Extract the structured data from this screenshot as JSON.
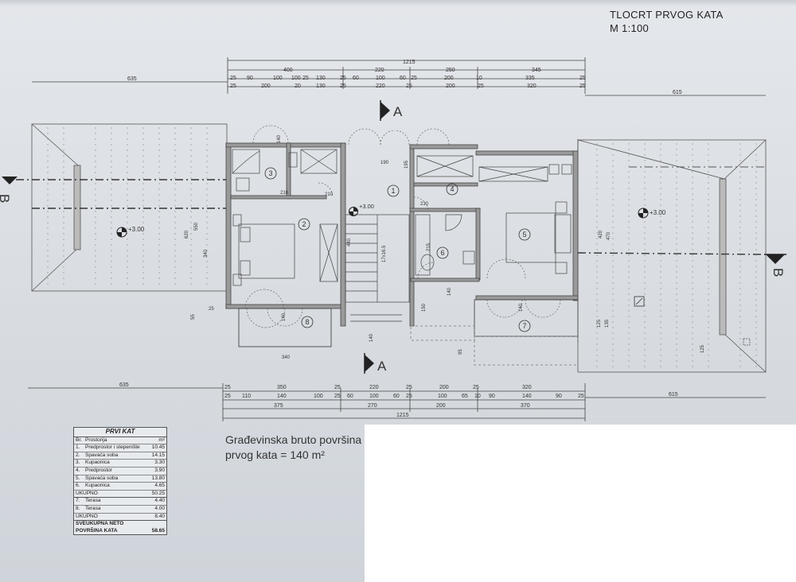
{
  "title_block": {
    "line1": "TLOCRT PRVOG KATA",
    "line2": "M 1:100"
  },
  "section_markers": {
    "a_top": "A",
    "a_bottom": "A",
    "b_left": "B",
    "b_right": "B"
  },
  "rooms": [
    "1",
    "2",
    "3",
    "4",
    "5",
    "6",
    "7",
    "8"
  ],
  "levels": {
    "left": "+3.00",
    "center": "+3.00",
    "right": "+3.00"
  },
  "dims_top": {
    "outer_left": "635",
    "outer_right": "615",
    "total": "1215",
    "row1": [
      "400",
      "220",
      "250",
      "345"
    ],
    "row2": [
      "25",
      "90",
      "100",
      "100",
      "25",
      "130",
      "25",
      "60",
      "100",
      "60",
      "25",
      "200",
      "10",
      "335",
      "25"
    ],
    "row3": [
      "25",
      "200",
      "20",
      "130",
      "25",
      "220",
      "25",
      "200",
      "25",
      "320",
      "25"
    ]
  },
  "dims_bottom": {
    "outer_left": "635",
    "outer_right": "615",
    "total": "1215",
    "row1": [
      "25",
      "350",
      "25",
      "220",
      "25",
      "200",
      "25",
      "320"
    ],
    "row2": [
      "25",
      "110",
      "140",
      "100",
      "25",
      "60",
      "100",
      "60",
      "25",
      "100",
      "65",
      "10",
      "90",
      "140",
      "90",
      "25"
    ],
    "row3": [
      "375",
      "270",
      "200",
      "370"
    ]
  },
  "interior_dims": [
    "210",
    "210",
    "210",
    "190",
    "440",
    "17x16.5",
    "215",
    "140",
    "140",
    "140",
    "140",
    "140",
    "340",
    "550",
    "620",
    "340",
    "420",
    "470",
    "195",
    "150",
    "125",
    "95",
    "125",
    "135",
    "25",
    "55"
  ],
  "legend": {
    "title": "PRVI KAT",
    "header": {
      "no": "Br.",
      "room": "Prostorija",
      "unit": "m²"
    },
    "rows": [
      {
        "no": "1.",
        "room": "Predprostor i stepenište",
        "area": "10.45"
      },
      {
        "no": "2.",
        "room": "Spavaća soba",
        "area": "14.15"
      },
      {
        "no": "3.",
        "room": "Kupaonica",
        "area": "3.30"
      },
      {
        "no": "4.",
        "room": "Predprostor",
        "area": "3.90"
      },
      {
        "no": "5.",
        "room": "Spavaća soba",
        "area": "13.80"
      },
      {
        "no": "6.",
        "room": "Kupaonica",
        "area": "4.65"
      }
    ],
    "subtotal1": {
      "label": "UKUPNO",
      "area": "50.25"
    },
    "rows2": [
      {
        "no": "7.",
        "room": "Terasa",
        "area": "4.40"
      },
      {
        "no": "8.",
        "room": "Terasa",
        "area": "4.00"
      }
    ],
    "subtotal2": {
      "label": "UKUPNO",
      "area": "8.40"
    },
    "grand": {
      "label1": "SVEUKUPNA NETO",
      "label2": "POVRŠINA KATA",
      "area": "58.65"
    }
  },
  "area_note": {
    "line1": "Građevinska bruto površina",
    "line2": "prvog kata = 140 m²"
  }
}
